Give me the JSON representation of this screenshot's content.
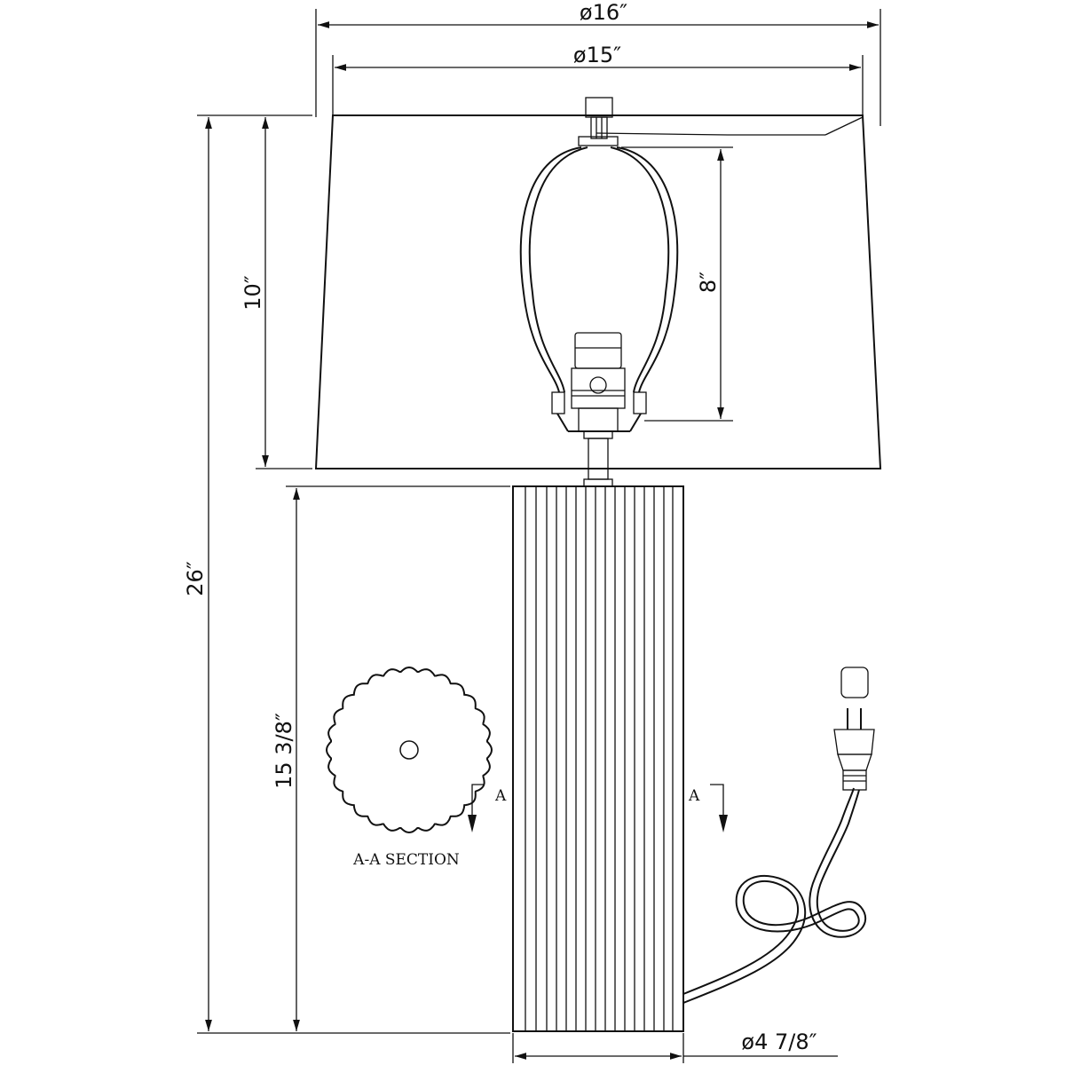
{
  "dimensions": {
    "shade_top_diameter": "ø15″",
    "shade_bottom_diameter": "ø16″",
    "shade_height": "10″",
    "harp_height": "8″",
    "overall_height": "26″",
    "base_height": "15 3/8″",
    "base_diameter": "ø4  7/8″"
  },
  "section": {
    "label": "A-A SECTION",
    "marker_left": "A",
    "marker_right": "A"
  }
}
